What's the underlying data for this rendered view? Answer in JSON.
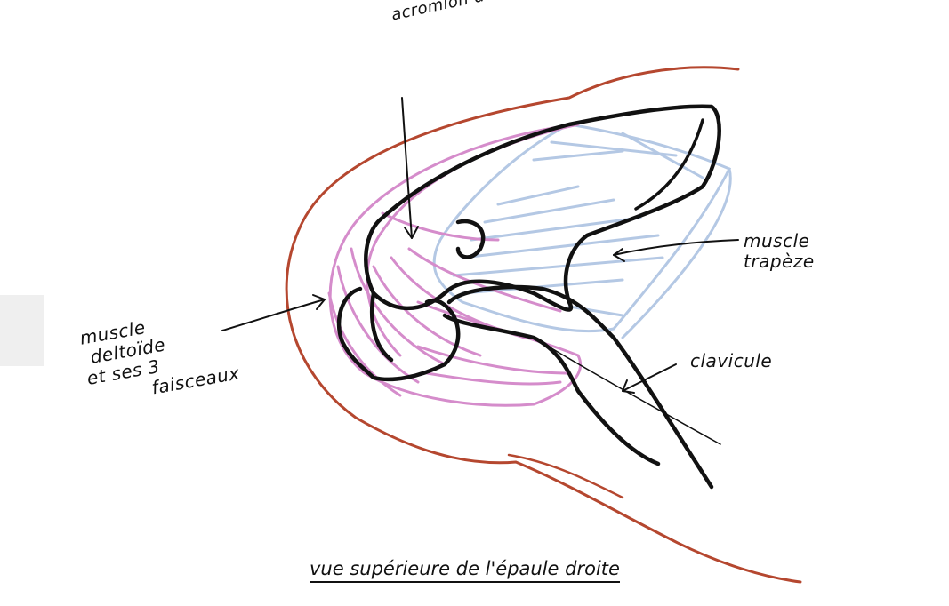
{
  "labels": {
    "acromion": "acromion de la scapula",
    "trapeze_line1": "muscle",
    "trapeze_line2": "trapèze",
    "clavicule": "clavicule",
    "deltoide_line1": "muscle",
    "deltoide_line2": "deltoïde",
    "deltoide_line3": "et ses 3",
    "deltoide_line4": "faisceaux"
  },
  "caption": "vue supérieure de l'épaule droite",
  "colors": {
    "skin_outline": "#b5472f",
    "deltoid": "#d58ccb",
    "trapezius": "#b4c8e4",
    "bone": "#111111",
    "arrow": "#111111"
  }
}
